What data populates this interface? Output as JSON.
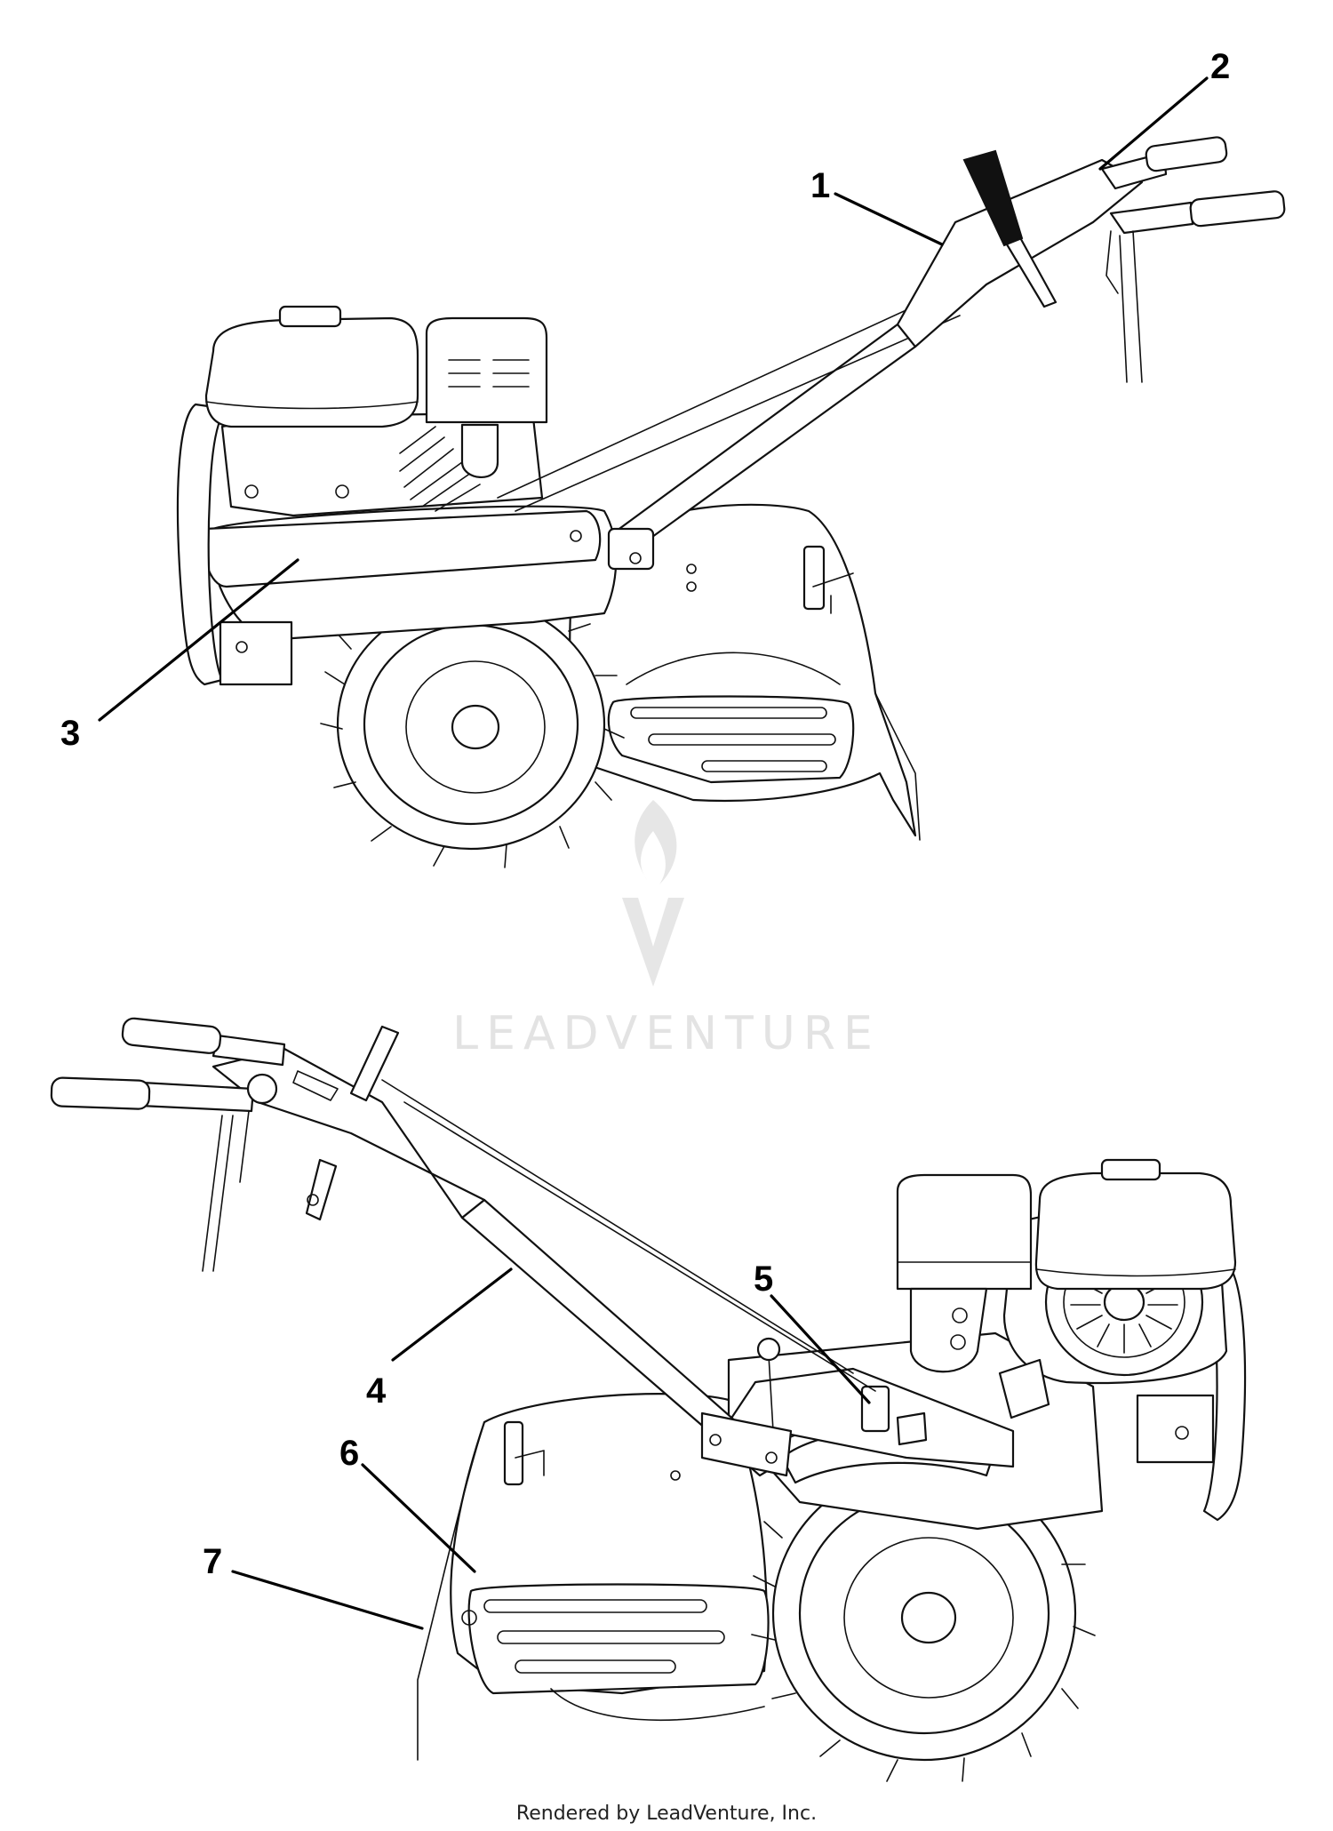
{
  "callouts": {
    "c1": "1",
    "c2": "2",
    "c3": "3",
    "c4": "4",
    "c5": "5",
    "c6": "6",
    "c7": "7"
  },
  "watermark": {
    "text": "LEADVENTURE",
    "color": "#e3e3e3"
  },
  "footer": {
    "text": "Rendered by LeadVenture, Inc."
  }
}
